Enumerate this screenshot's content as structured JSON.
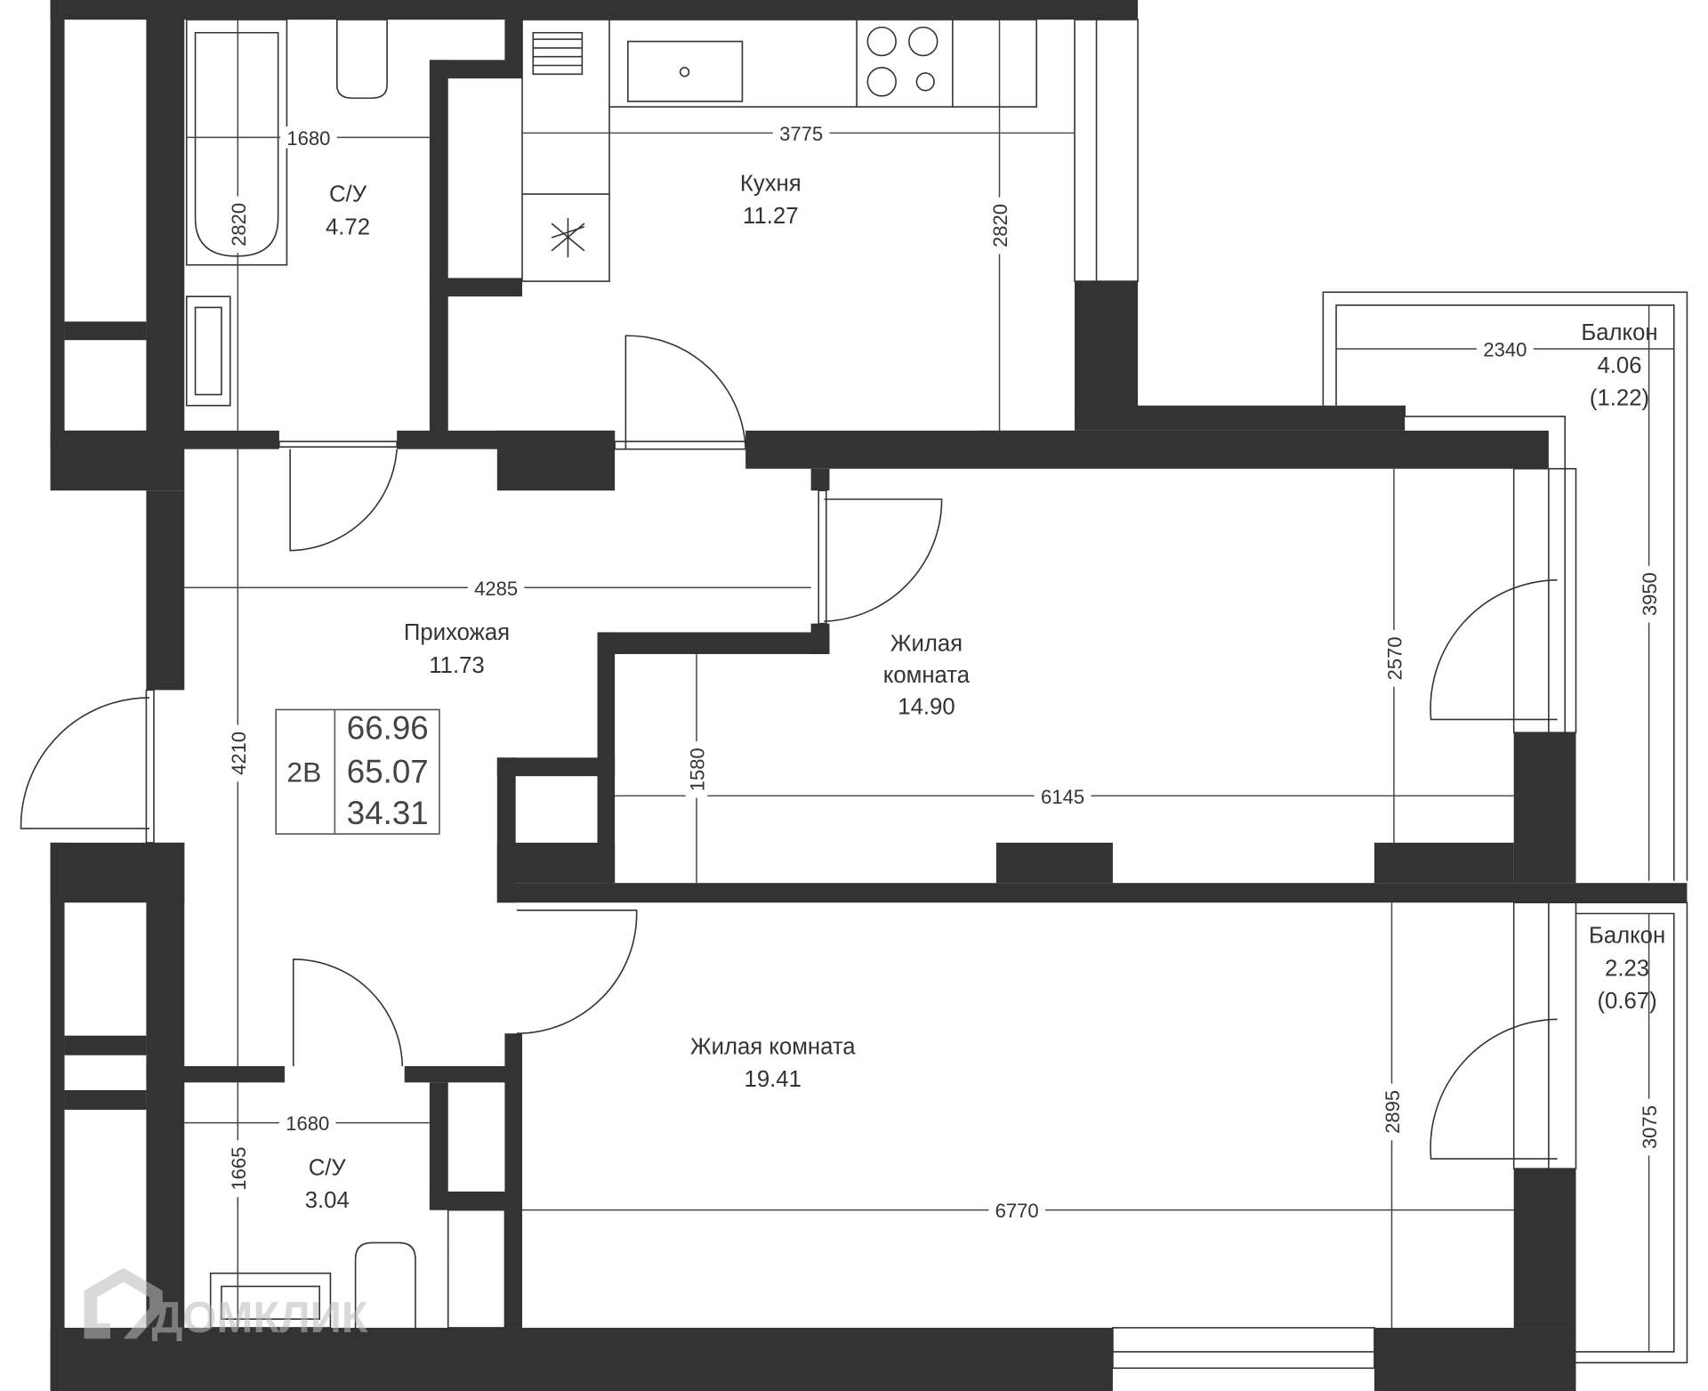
{
  "plan": {
    "rooms": [
      {
        "name": "С/У",
        "area": "4.72"
      },
      {
        "name": "Кухня",
        "area": "11.27"
      },
      {
        "name": "Балкон",
        "area": "4.06",
        "coef_area": "(1.22)"
      },
      {
        "name": "Прихожая",
        "area": "11.73"
      },
      {
        "name_line1": "Жилая",
        "name_line2": "комната",
        "area": "14.90"
      },
      {
        "name": "Балкон",
        "area": "2.23",
        "coef_area": "(0.67)"
      },
      {
        "name": "Жилая комната",
        "area": "19.41"
      },
      {
        "name": "С/У",
        "area": "3.04"
      }
    ],
    "dimensions": {
      "bath1_width": "1680",
      "bath1_height": "2820",
      "kitchen_width": "3775",
      "kitchen_height": "2820",
      "balcony1_width": "2340",
      "balcony1_height": "3950",
      "hall_width": "4285",
      "hall_height": "4210",
      "room1_width": "6145",
      "room1_height": "2570",
      "room1_niche": "1580",
      "room2_width": "6770",
      "room2_height": "2895",
      "balcony2_height": "3075",
      "bath2_width": "1680",
      "bath2_height": "1665"
    },
    "unit_box": {
      "type": "2В",
      "total_area": "66.96",
      "living_area_total": "65.07",
      "living_area": "34.31"
    }
  },
  "watermark": {
    "text": "ДОМКЛИК"
  },
  "colors": {
    "wall": "#333333",
    "background": "#ffffff"
  }
}
